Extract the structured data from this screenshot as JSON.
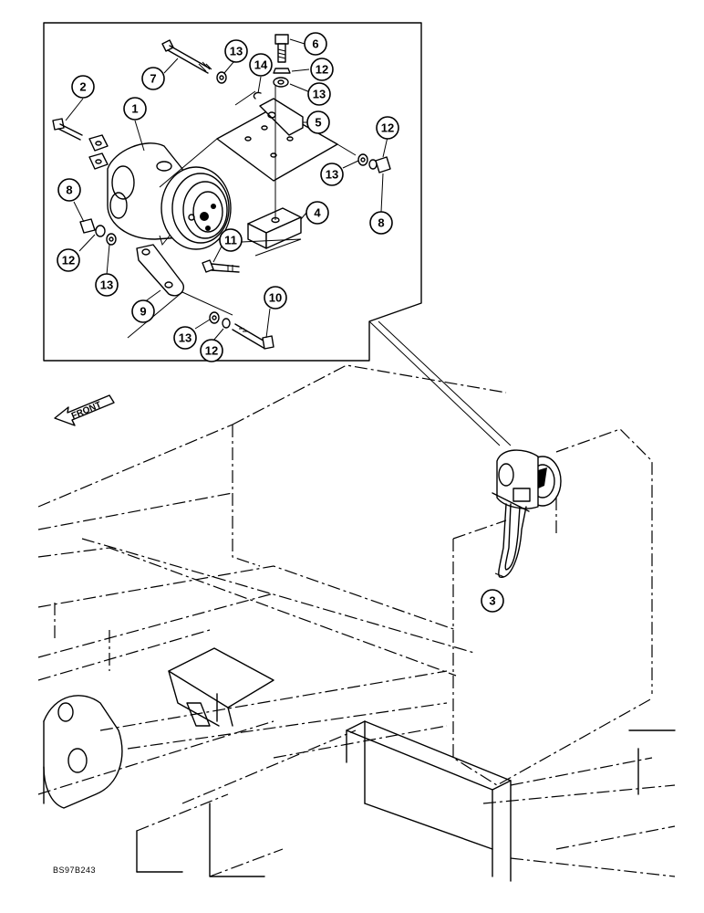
{
  "diagram": {
    "callouts": [
      {
        "label": "1"
      },
      {
        "label": "2"
      },
      {
        "label": "3"
      },
      {
        "label": "4"
      },
      {
        "label": "5"
      },
      {
        "label": "6"
      },
      {
        "label": "7"
      },
      {
        "label": "8"
      },
      {
        "label": "8"
      },
      {
        "label": "9"
      },
      {
        "label": "10"
      },
      {
        "label": "11"
      },
      {
        "label": "12"
      },
      {
        "label": "12"
      },
      {
        "label": "12"
      },
      {
        "label": "12"
      },
      {
        "label": "13"
      },
      {
        "label": "13"
      },
      {
        "label": "13"
      },
      {
        "label": "13"
      },
      {
        "label": "13"
      },
      {
        "label": "14"
      }
    ],
    "front_label": "FRONT",
    "drawing_code": "BS97B243"
  }
}
